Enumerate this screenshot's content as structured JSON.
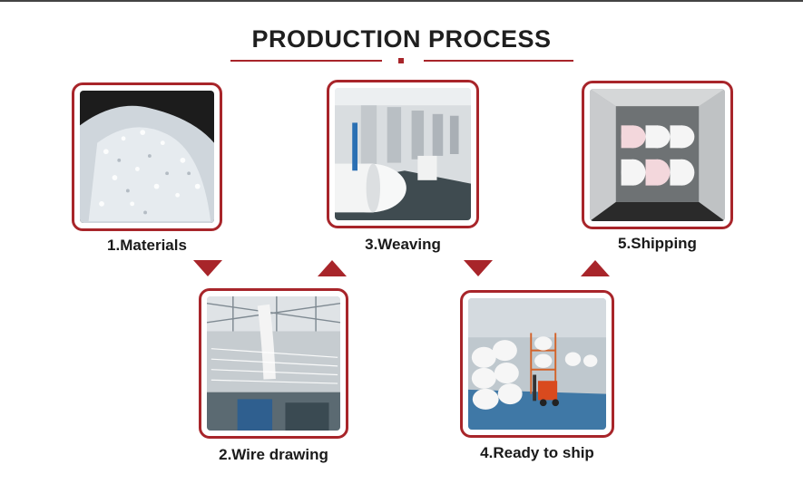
{
  "header": {
    "title": "PRODUCTION PROCESS"
  },
  "steps": [
    {
      "label": "1.Materials",
      "photo": "plastic-granules-photo"
    },
    {
      "label": "2.Wire drawing",
      "photo": "wire-drawing-machine-photo"
    },
    {
      "label": "3.Weaving",
      "photo": "weaving-looms-photo"
    },
    {
      "label": "4.Ready to ship",
      "photo": "warehouse-forklift-photo"
    },
    {
      "label": "5.Shipping",
      "photo": "shipping-container-photo"
    }
  ],
  "colors": {
    "accent": "#a8252a",
    "text": "#1a1a1a"
  }
}
